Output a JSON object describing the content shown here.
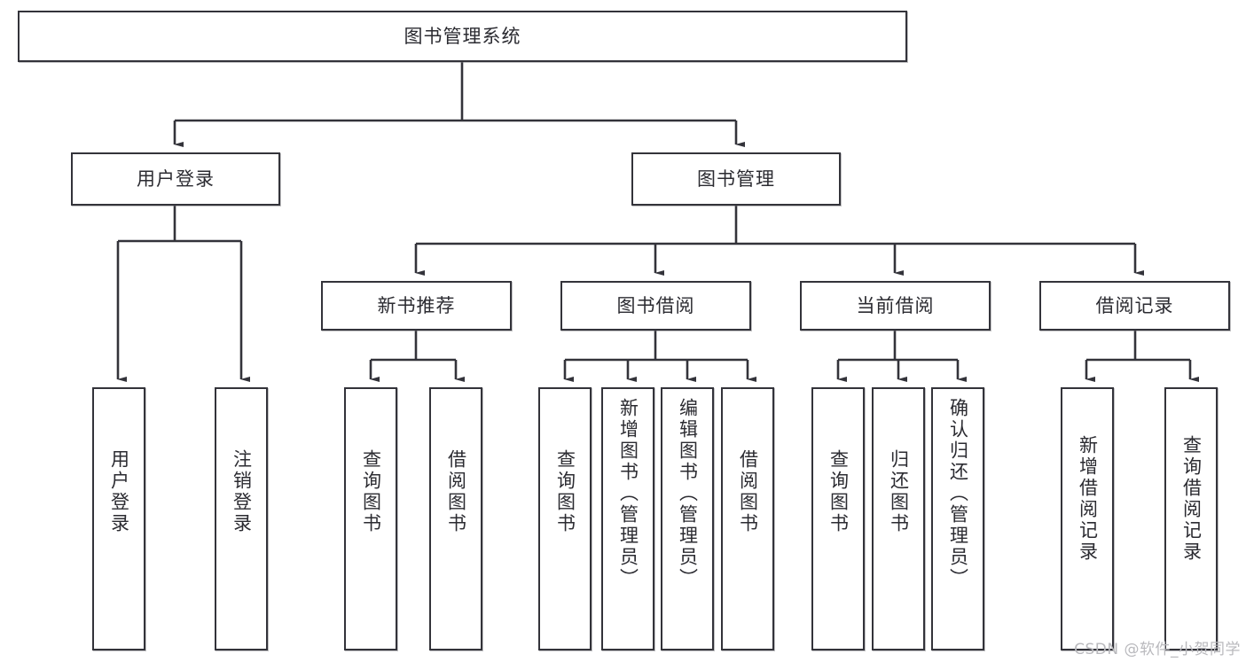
{
  "diagram": {
    "title": "图书管理系统",
    "watermark": "CSDN @软件_小贺同学",
    "nodes": {
      "root": {
        "label": "图书管理系统"
      },
      "level2": [
        {
          "id": "user-login",
          "label": "用户登录"
        },
        {
          "id": "book-manage",
          "label": "图书管理"
        }
      ],
      "level3": [
        {
          "id": "new-book-recommend",
          "label": "新书推荐"
        },
        {
          "id": "book-borrow",
          "label": "图书借阅"
        },
        {
          "id": "current-borrow",
          "label": "当前借阅"
        },
        {
          "id": "borrow-record",
          "label": "借阅记录"
        }
      ],
      "leaves": {
        "user_login": [
          {
            "id": "leaf-user-login",
            "label": "用户登录"
          },
          {
            "id": "leaf-logout-login",
            "label": "注销登录"
          }
        ],
        "new_book_recommend": [
          {
            "id": "leaf-query-book-1",
            "label": "查询图书"
          },
          {
            "id": "leaf-borrow-book-1",
            "label": "借阅图书"
          }
        ],
        "book_borrow": [
          {
            "id": "leaf-query-book-2",
            "label": "查询图书"
          },
          {
            "id": "leaf-add-book",
            "label": "新增图书（管理员）"
          },
          {
            "id": "leaf-edit-book",
            "label": "编辑图书（管理员）"
          },
          {
            "id": "leaf-borrow-book-2",
            "label": "借阅图书"
          }
        ],
        "current_borrow": [
          {
            "id": "leaf-query-book-3",
            "label": "查询图书"
          },
          {
            "id": "leaf-return-book",
            "label": "归还图书"
          },
          {
            "id": "leaf-confirm-return",
            "label": "确认归还（管理员）"
          }
        ],
        "borrow_record": [
          {
            "id": "leaf-add-borrow-record",
            "label": "新增借阅记录"
          },
          {
            "id": "leaf-query-borrow-record",
            "label": "查询借阅记录"
          }
        ]
      }
    },
    "colors": {
      "stroke": "#33333a",
      "text": "#2b2b31",
      "background": "#ffffff",
      "watermark": "#b9b9bd"
    }
  }
}
